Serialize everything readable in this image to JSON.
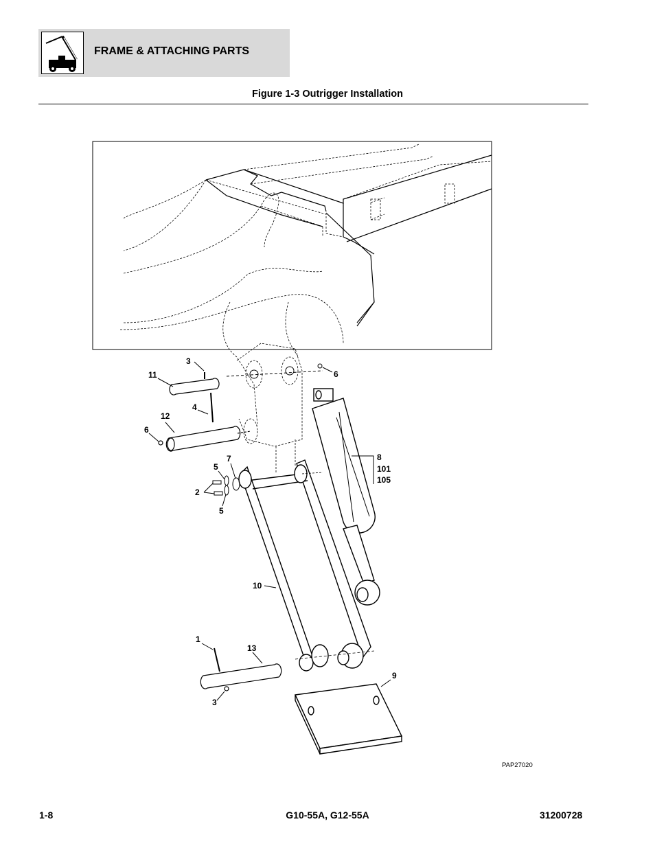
{
  "header": {
    "section_title": "FRAME & ATTACHING PARTS",
    "logo_icon": "machine-logo-icon"
  },
  "figure": {
    "title": "Figure 1-3 Outrigger Installation",
    "drawing_ref": "PAP27020",
    "callouts": {
      "c1": "1",
      "c2": "2",
      "c3a": "3",
      "c3b": "3",
      "c4": "4",
      "c5a": "5",
      "c5b": "5",
      "c6a": "6",
      "c6b": "6",
      "c7": "7",
      "c8": "8",
      "c101": "101",
      "c105": "105",
      "c9": "9",
      "c10": "10",
      "c11": "11",
      "c12": "12",
      "c13": "13"
    }
  },
  "footer": {
    "page_number": "1-8",
    "model": "G10-55A, G12-55A",
    "doc_number": "31200728"
  }
}
